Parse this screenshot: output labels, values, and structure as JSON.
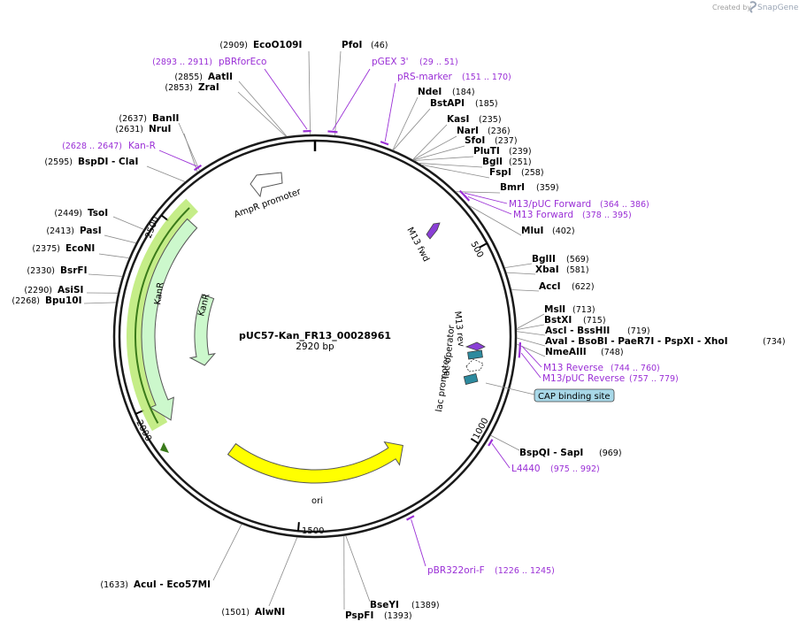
{
  "credit": {
    "prefix": "Created by",
    "brand": "SnapGene"
  },
  "plasmid": {
    "name": "pUC57-Kan_FR13_00028961",
    "size_label": "2920 bp",
    "length_bp": 2920
  },
  "ruler": [
    "500",
    "1000",
    "1500",
    "2000",
    "2500"
  ],
  "sites": [
    {
      "name": "EcoO109I",
      "pos": "(2909)",
      "bp": 2909
    },
    {
      "name": "PfoI",
      "pos": "(46)",
      "bp": 46
    },
    {
      "name": "AatII",
      "pos": "(2855)",
      "bp": 2855
    },
    {
      "name": "ZraI",
      "pos": "(2853)",
      "bp": 2853
    },
    {
      "name": "NdeI",
      "pos": "(184)",
      "bp": 184
    },
    {
      "name": "BstAPI",
      "pos": "(185)",
      "bp": 185
    },
    {
      "name": "BanII",
      "pos": "(2637)",
      "bp": 2637
    },
    {
      "name": "NruI",
      "pos": "(2631)",
      "bp": 2631
    },
    {
      "name": "KasI",
      "pos": "(235)",
      "bp": 235
    },
    {
      "name": "NarI",
      "pos": "(236)",
      "bp": 236
    },
    {
      "name": "SfoI",
      "pos": "(237)",
      "bp": 237
    },
    {
      "name": "PluTI",
      "pos": "(239)",
      "bp": 239
    },
    {
      "name": "BglI",
      "pos": "(251)",
      "bp": 251
    },
    {
      "name": "FspI",
      "pos": "(258)",
      "bp": 258
    },
    {
      "name": "BspDI - ClaI",
      "pos": "(2595)",
      "bp": 2595
    },
    {
      "name": "BmrI",
      "pos": "(359)",
      "bp": 359
    },
    {
      "name": "TsoI",
      "pos": "(2449)",
      "bp": 2449
    },
    {
      "name": "PasI",
      "pos": "(2413)",
      "bp": 2413
    },
    {
      "name": "MluI",
      "pos": "(402)",
      "bp": 402
    },
    {
      "name": "EcoNI",
      "pos": "(2375)",
      "bp": 2375
    },
    {
      "name": "BglII",
      "pos": "(569)",
      "bp": 569
    },
    {
      "name": "BsrFI",
      "pos": "(2330)",
      "bp": 2330
    },
    {
      "name": "XbaI",
      "pos": "(581)",
      "bp": 581
    },
    {
      "name": "AsiSI",
      "pos": "(2290)",
      "bp": 2290
    },
    {
      "name": "AccI",
      "pos": "(622)",
      "bp": 622
    },
    {
      "name": "Bpu10I",
      "pos": "(2268)",
      "bp": 2268
    },
    {
      "name": "MslI",
      "pos": "(713)",
      "bp": 713
    },
    {
      "name": "BstXI",
      "pos": "(715)",
      "bp": 715
    },
    {
      "name": "AscI - BssHII",
      "pos": "(719)",
      "bp": 719
    },
    {
      "name": "AvaI - BsoBI - PaeR7I - PspXI - XhoI",
      "pos": "(734)",
      "bp": 734
    },
    {
      "name": "NmeAIII",
      "pos": "(748)",
      "bp": 748
    },
    {
      "name": "BspQI - SapI",
      "pos": "(969)",
      "bp": 969
    },
    {
      "name": "AcuI - Eco57MI",
      "pos": "(1633)",
      "bp": 1633
    },
    {
      "name": "AlwNI",
      "pos": "(1501)",
      "bp": 1501
    },
    {
      "name": "BseYI",
      "pos": "(1389)",
      "bp": 1389
    },
    {
      "name": "PspFI",
      "pos": "(1393)",
      "bp": 1393
    }
  ],
  "primers": [
    {
      "name": "pBRforEco",
      "range": "(2893 .. 2911)",
      "start": 2893,
      "end": 2911
    },
    {
      "name": "pGEX 3'",
      "range": "(29 .. 51)",
      "start": 29,
      "end": 51
    },
    {
      "name": "pRS-marker",
      "range": "(151 .. 170)",
      "start": 151,
      "end": 170
    },
    {
      "name": "Kan-R",
      "range": "(2628 .. 2647)",
      "start": 2628,
      "end": 2647
    },
    {
      "name": "M13/pUC Forward",
      "range": "(364 .. 386)",
      "start": 364,
      "end": 386
    },
    {
      "name": "M13 Forward",
      "range": "(378 .. 395)",
      "start": 378,
      "end": 395
    },
    {
      "name": "M13 Reverse",
      "range": "(744 .. 760)",
      "start": 744,
      "end": 760
    },
    {
      "name": "M13/pUC Reverse",
      "range": "(757 .. 779)",
      "start": 757,
      "end": 779
    },
    {
      "name": "L4440",
      "range": "(975 .. 992)",
      "start": 975,
      "end": 992
    },
    {
      "name": "pBR322ori-F",
      "range": "(1226 .. 1245)",
      "start": 1226,
      "end": 1245
    }
  ],
  "features": {
    "kanr_gene": "KanR",
    "kanr_promoter_gene": "KanR",
    "ampr_promoter": "AmpR promoter",
    "m13_fwd": "M13 fwd",
    "m13_rev": "M13 rev",
    "lac_operator": "lac operator",
    "lac_promoter": "lac promoter",
    "cap_site": "CAP binding site",
    "ori": "ori"
  },
  "colors": {
    "primer": "#9a2fd6",
    "kanr_fill": "#ccf8cc",
    "kanr_highlight": "#b6e86a",
    "kanr_line": "#3a7a1a",
    "ori_fill": "#ffff00",
    "lac_operator": "#2d8a9e",
    "cap_fill": "#a8d8e8",
    "m13_fill": "#8a3fd6"
  }
}
